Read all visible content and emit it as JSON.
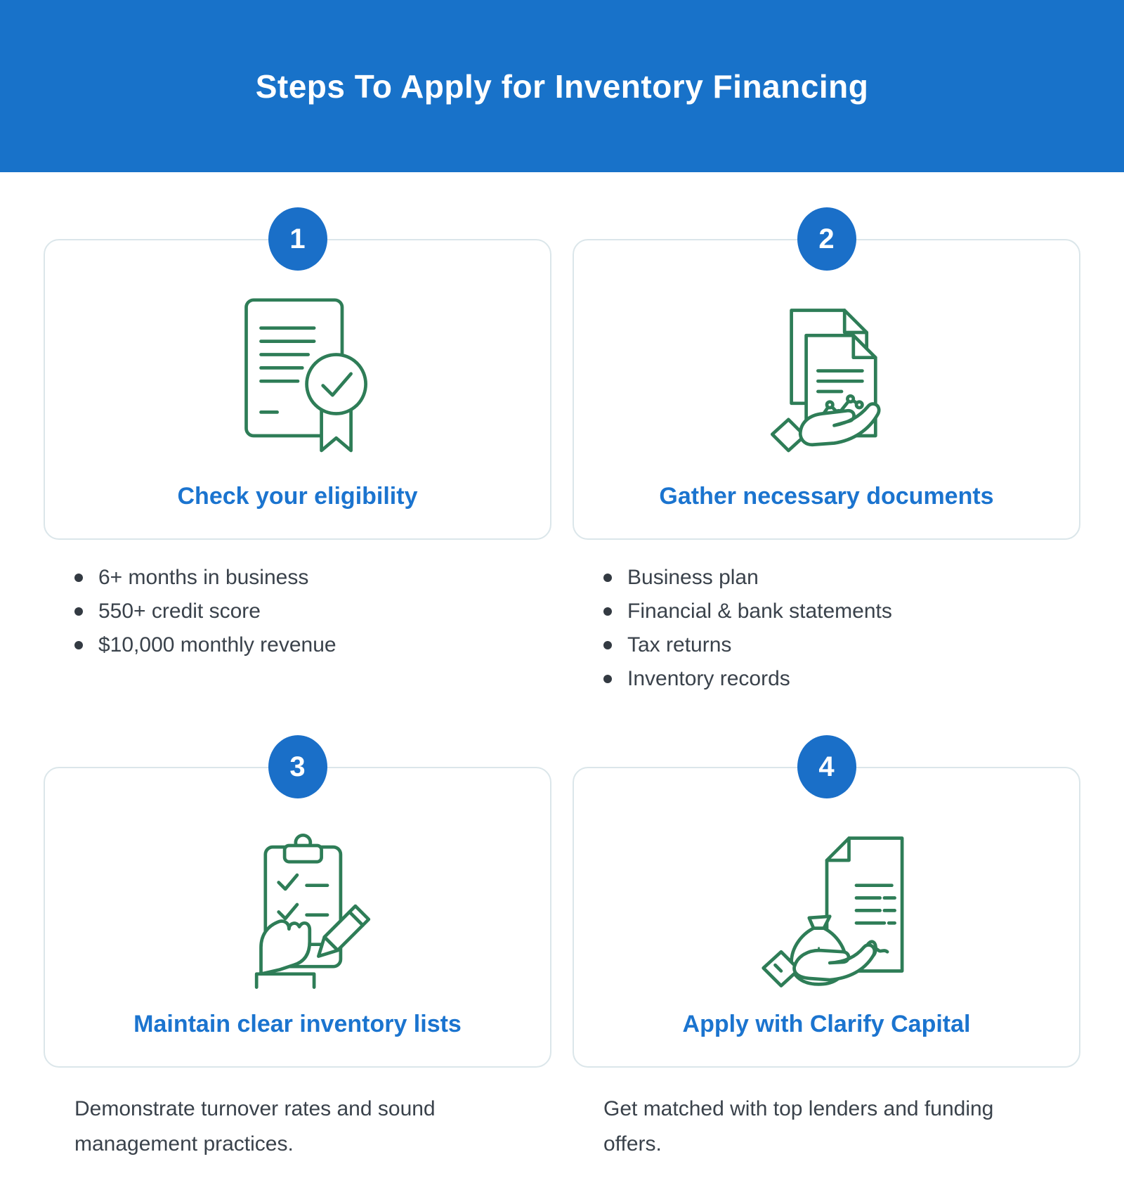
{
  "header": {
    "title": "Steps To Apply for Inventory Financing",
    "bg_color": "#1872c9",
    "text_color": "#ffffff"
  },
  "colors": {
    "badge_blue": "#1a6fc8",
    "step_title_blue": "#1b74cf",
    "icon_green": "#2e7d57",
    "body_text": "#3a424b",
    "card_border": "#dbe6ea"
  },
  "steps": [
    {
      "number": "1",
      "title": "Check your eligibility",
      "icon": "certificate-check-icon",
      "bullets": [
        "6+ months in business",
        "550+ credit score",
        "$10,000 monthly revenue"
      ]
    },
    {
      "number": "2",
      "title": "Gather necessary documents",
      "icon": "documents-hand-icon",
      "bullets": [
        "Business plan",
        "Financial & bank statements",
        "Tax returns",
        "Inventory records"
      ]
    },
    {
      "number": "3",
      "title": "Maintain clear inventory lists",
      "icon": "clipboard-checklist-icon",
      "description": "Demonstrate turnover rates and sound management practices."
    },
    {
      "number": "4",
      "title": "Apply with Clarify Capital",
      "icon": "money-document-icon",
      "description": "Get matched with top lenders and funding offers."
    }
  ]
}
